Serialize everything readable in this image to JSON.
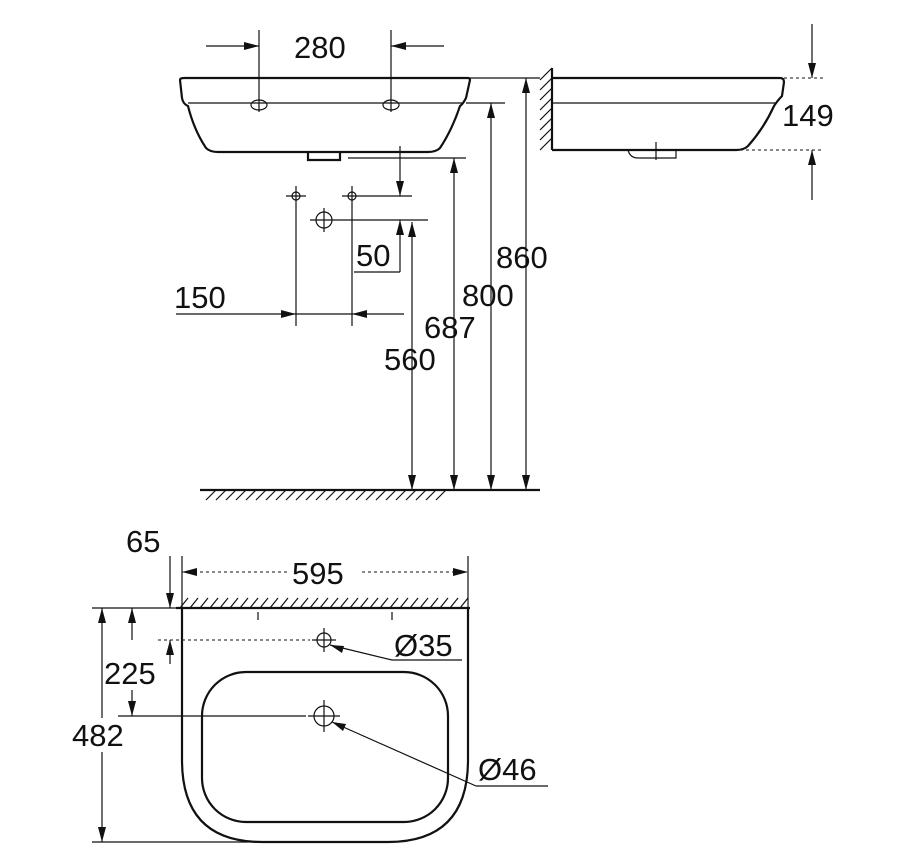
{
  "dimensions": {
    "side_view": {
      "hole_spacing_top": "280",
      "height_860": "860",
      "height_800": "800",
      "height_687": "687",
      "height_560": "560",
      "offset_50": "50",
      "spacing_150": "150",
      "depth_149": "149"
    },
    "plan_view": {
      "wall_offset": "65",
      "width": "595",
      "hole_distance": "225",
      "depth": "482",
      "tap_hole_diameter": "Ø35",
      "drain_diameter": "Ø46"
    }
  }
}
